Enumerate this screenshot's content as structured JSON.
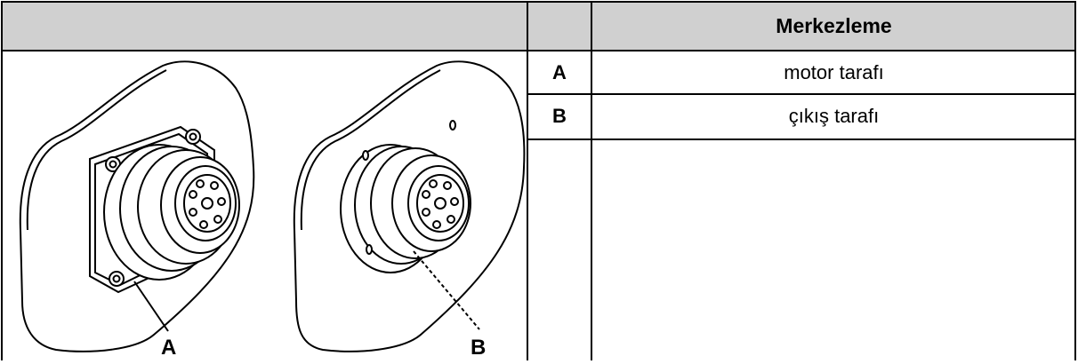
{
  "header": {
    "title": "Merkezleme"
  },
  "rows": [
    {
      "key": "A",
      "value": "motor tarafı"
    },
    {
      "key": "B",
      "value": "çıkış tarafı"
    }
  ],
  "figure": {
    "callout_a": "A",
    "callout_b": "B"
  }
}
